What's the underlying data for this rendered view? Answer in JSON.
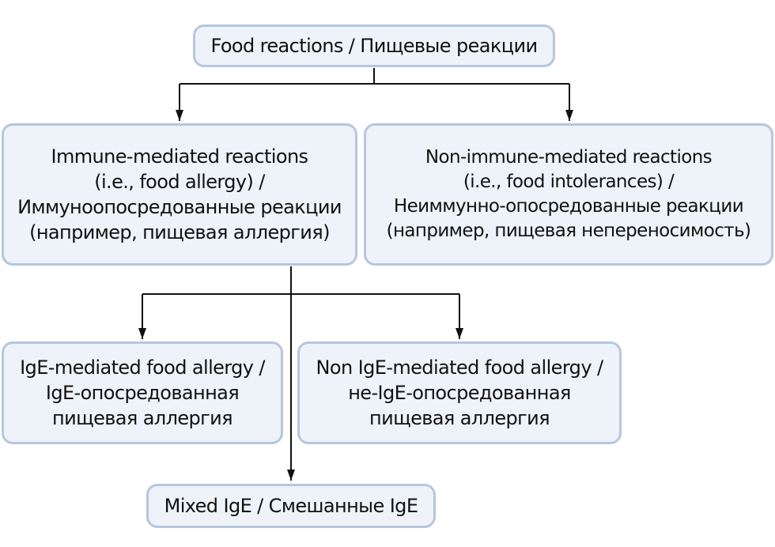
{
  "diagram": {
    "nodes": {
      "root": {
        "lines": [
          "Food reactions / Пищевые реакции"
        ]
      },
      "immune": {
        "lines": [
          "Immune-mediated reactions",
          "(i.e., food allergy) /",
          "Иммуноопосредованные реакции",
          "(например, пищевая аллергия)"
        ]
      },
      "nonimmune": {
        "lines": [
          "Non-immune-mediated reactions",
          "(i.e., food intolerances) /",
          "Неиммунно-опосредованные реакции",
          "(например, пищевая непереносимость)"
        ]
      },
      "ige": {
        "lines": [
          "IgE-mediated food allergy /",
          "IgE-опосредованная",
          "пищевая аллергия"
        ]
      },
      "nonige": {
        "lines": [
          "Non IgE-mediated food allergy /",
          "не-IgE-опосредованная",
          "пищевая аллергия"
        ]
      },
      "mixed": {
        "lines": [
          "Mixed IgE / Смешанные IgE"
        ]
      }
    },
    "edges": [
      {
        "from": "root",
        "to": "immune"
      },
      {
        "from": "root",
        "to": "nonimmune"
      },
      {
        "from": "immune",
        "to": "ige"
      },
      {
        "from": "immune",
        "to": "nonige"
      },
      {
        "from": "immune",
        "to": "mixed"
      }
    ],
    "colors": {
      "box_fill": "#eef2f9",
      "box_border": "#b7c6dd",
      "connector": "#111111",
      "text": "#111111"
    }
  }
}
